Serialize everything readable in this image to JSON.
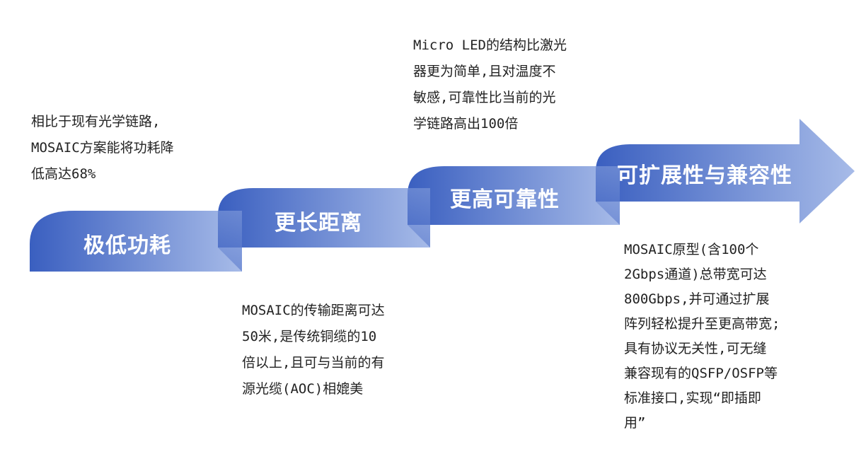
{
  "colors": {
    "band_light": "#9ab0e2",
    "band_dark": "#3a5fc0",
    "label_text": "#ffffff",
    "desc_text": "#222222"
  },
  "steps": [
    {
      "label": "极低功耗",
      "description": [
        "相比于现有光学链路,",
        "MOSAIC方案能将功耗降",
        "低高达68%"
      ]
    },
    {
      "label": "更长距离",
      "description": [
        "MOSAIC的传输距离可达",
        "50米,是传统铜缆的10",
        "倍以上,且可与当前的有",
        "源光缆(AOC)相媲美"
      ]
    },
    {
      "label": "更高可靠性",
      "description": [
        "Micro LED的结构比激光",
        "器更为简单,且对温度不",
        "敏感,可靠性比当前的光",
        "学链路高出100倍"
      ]
    },
    {
      "label": "可扩展性与兼容性",
      "description": [
        "MOSAIC原型(含100个",
        "2Gbps通道)总带宽可达",
        "800Gbps,并可通过扩展",
        "阵列轻松提升至更高带宽;",
        "具有协议无关性,可无缝",
        "兼容现有的QSFP/OSFP等",
        "标准接口,实现“即插即",
        "用”"
      ]
    }
  ]
}
